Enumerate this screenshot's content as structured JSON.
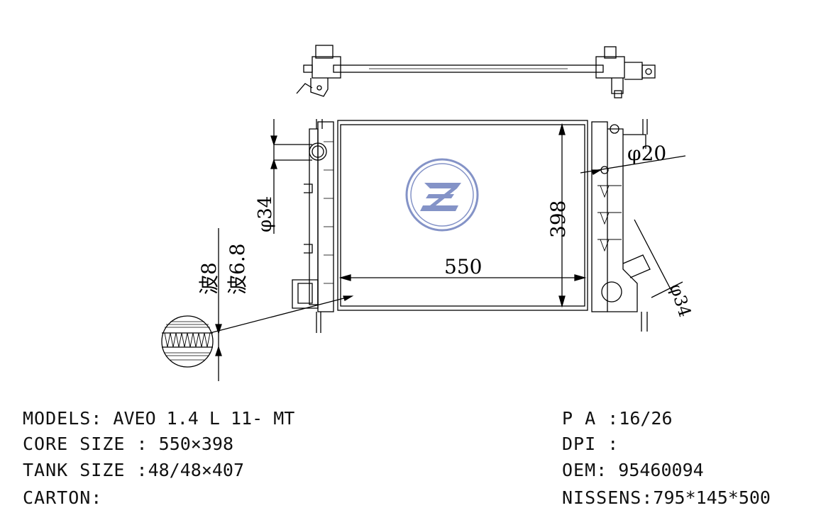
{
  "dimensions": {
    "core_width": "550",
    "core_height": "398",
    "inlet_diameter": "φ34",
    "outlet_diameter": "φ34",
    "drain_diameter": "φ20",
    "fin_wave_1": "波8",
    "fin_wave_2": "波6.8"
  },
  "specs_left": {
    "models_label": "MODELS:",
    "models_value": "AVEO 1.4 L 11- MT",
    "core_size_label": "CORE SIZE :",
    "core_size_value": "550×398",
    "tank_size_label": "TANK SIZE :",
    "tank_size_value": "48/48×407",
    "carton_label": "CARTON:",
    "carton_value": ""
  },
  "specs_right": {
    "pa_label": "P A :",
    "pa_value": "16/26",
    "dpi_label": "DPI :",
    "dpi_value": "",
    "oem_label": "OEM:",
    "oem_value": "95460094",
    "nissens_label": "NISSENS:",
    "nissens_value": "795*145*500"
  },
  "logo": {
    "name": "ze-logo",
    "color": "#5b6fb5"
  }
}
